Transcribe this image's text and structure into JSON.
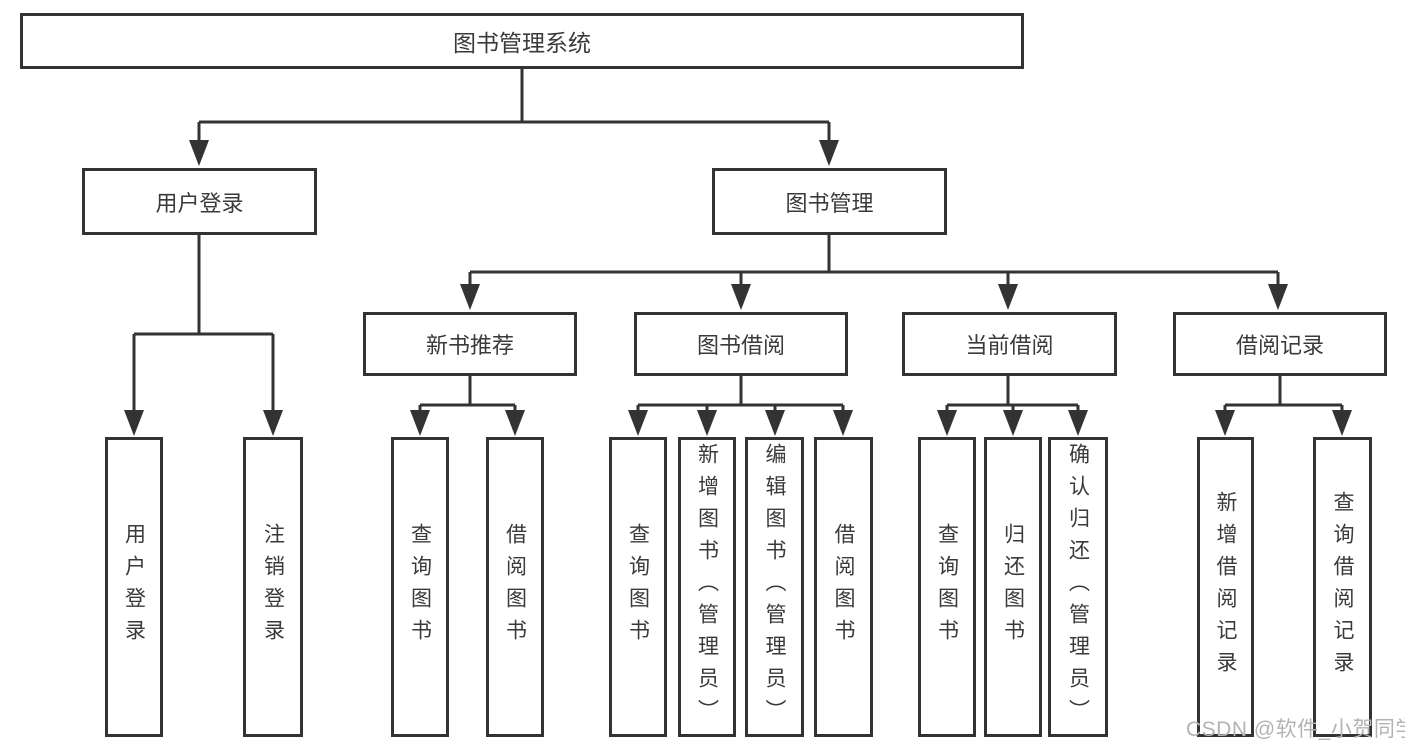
{
  "diagram_title": "图书管理系统",
  "nodes": {
    "root": "图书管理系统",
    "level2": [
      "用户登录",
      "图书管理"
    ],
    "level3": [
      "新书推荐",
      "图书借阅",
      "当前借阅",
      "借阅记录"
    ],
    "level4": {
      "login": [
        "用户登录",
        "注销登录"
      ],
      "recommend": [
        "查询图书",
        "借阅图书"
      ],
      "borrow": [
        "查询图书",
        "新增图书（管理员）",
        "编辑图书（管理员）",
        "借阅图书"
      ],
      "current": [
        "查询图书",
        "归还图书",
        "确认归还（管理员）"
      ],
      "records": [
        "新增借阅记录",
        "查询借阅记录"
      ]
    }
  },
  "hierarchy": [
    {
      "label": "用户登录",
      "children": [
        "用户登录",
        "注销登录"
      ]
    },
    {
      "label": "图书管理",
      "children_groups": [
        {
          "label": "新书推荐",
          "children": [
            "查询图书",
            "借阅图书"
          ]
        },
        {
          "label": "图书借阅",
          "children": [
            "查询图书",
            "新增图书（管理员）",
            "编辑图书（管理员）",
            "借阅图书"
          ]
        },
        {
          "label": "当前借阅",
          "children": [
            "查询图书",
            "归还图书",
            "确认归还（管理员）"
          ]
        },
        {
          "label": "借阅记录",
          "children": [
            "新增借阅记录",
            "查询借阅记录"
          ]
        }
      ]
    }
  ],
  "watermark": {
    "text": "CSDN @软件_小贺同学"
  },
  "colors": {
    "line": "#333333",
    "text": "#3a3a3a",
    "watermark": "#b3b3b3",
    "background": "#ffffff"
  }
}
